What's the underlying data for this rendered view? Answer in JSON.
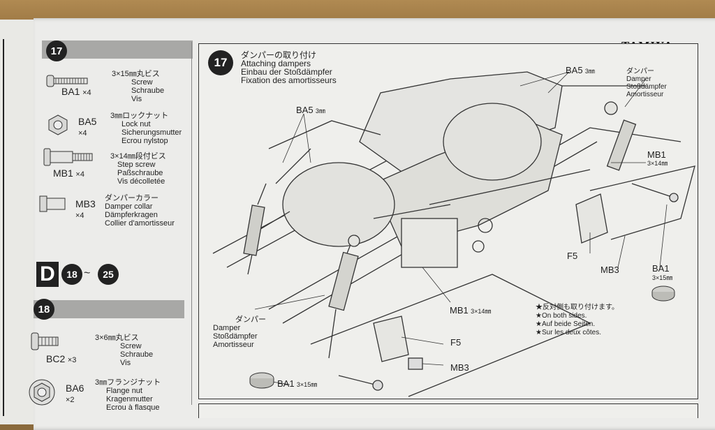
{
  "brand": "TAMIYA",
  "left_steps": {
    "step17": {
      "number": "17"
    },
    "section": {
      "letter": "D",
      "from": "18",
      "separator": "~",
      "to": "25"
    },
    "step18": {
      "number": "18"
    }
  },
  "parts": [
    {
      "code": "BA1",
      "qty": "×4",
      "size": "3×15㎜丸ビス",
      "en": "Screw",
      "de": "Schraube",
      "fr": "Vis"
    },
    {
      "code": "BA5",
      "qty": "×4",
      "size": "3㎜ロックナット",
      "en": "Lock nut",
      "de": "Sicherungsmutter",
      "fr": "Ecrou nylstop"
    },
    {
      "code": "MB1",
      "qty": "×4",
      "size": "3×14㎜段付ビス",
      "en": "Step screw",
      "de": "Paßschraube",
      "fr": "Vis décolletée"
    },
    {
      "code": "MB3",
      "qty": "×4",
      "size": "ダンパーカラー",
      "en": "Damper collar",
      "de": "Dämpferkragen",
      "fr": "Collier d'amortisseur"
    },
    {
      "code": "BC2",
      "qty": "×3",
      "size": "3×6㎜丸ビス",
      "en": "Screw",
      "de": "Schraube",
      "fr": "Vis"
    },
    {
      "code": "BA6",
      "qty": "×2",
      "size": "3㎜フランジナット",
      "en": "Flange nut",
      "de": "Kragenmutter",
      "fr": "Ecrou à flasque"
    }
  ],
  "main": {
    "step_number": "17",
    "title_jp": "ダンパーの取り付け",
    "title_en": "Attaching dampers",
    "title_de": "Einbau der Stoßdämpfer",
    "title_fr": "Fixation des amortisseurs",
    "callouts": {
      "ba5_top": {
        "code": "BA5",
        "size": "3㎜"
      },
      "ba5_left": {
        "code": "BA5",
        "size": "3㎜"
      },
      "damper_right": {
        "jp": "ダンパー",
        "en": "Damper",
        "de": "Stoßdämpfer",
        "fr": "Amortisseur"
      },
      "mb1_right": {
        "code": "MB1",
        "size": "3×14㎜"
      },
      "f5_right": "F5",
      "mb3_right": "MB3",
      "ba1_right": {
        "code": "BA1",
        "size": "3×15㎜"
      },
      "mb1_bottom": {
        "code": "MB1",
        "size": "3×14㎜"
      },
      "damper_left": {
        "jp": "ダンパー",
        "en": "Damper",
        "de": "Stoßdämpfer",
        "fr": "Amortisseur"
      },
      "f5_bottom": "F5",
      "mb3_bottom": "MB3",
      "ba1_bottom": {
        "code": "BA1",
        "size": "3×15㎜"
      }
    },
    "note": {
      "jp": "★反対側も取り付けます。",
      "en": "★On both sides.",
      "de": "★Auf beide Seiten.",
      "fr": "★Sur les deux côtes."
    }
  }
}
